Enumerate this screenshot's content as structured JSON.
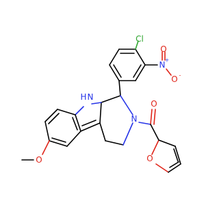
{
  "molecule": {
    "atoms": {
      "cl": "Cl",
      "nitro_n": "N",
      "nitro_plus": "+",
      "nitro_o1": "O",
      "nitro_o2": "O",
      "nitro_minus": "-",
      "indole_nh": "H",
      "indole_n": "N",
      "ring_n": "N",
      "carbonyl_o": "O",
      "furan_o": "O",
      "methoxy_o": "O"
    },
    "colors": {
      "carbon": "#000000",
      "oxygen": "#e0251a",
      "nitrogen": "#2634e8",
      "chlorine": "#2fa52f"
    }
  }
}
